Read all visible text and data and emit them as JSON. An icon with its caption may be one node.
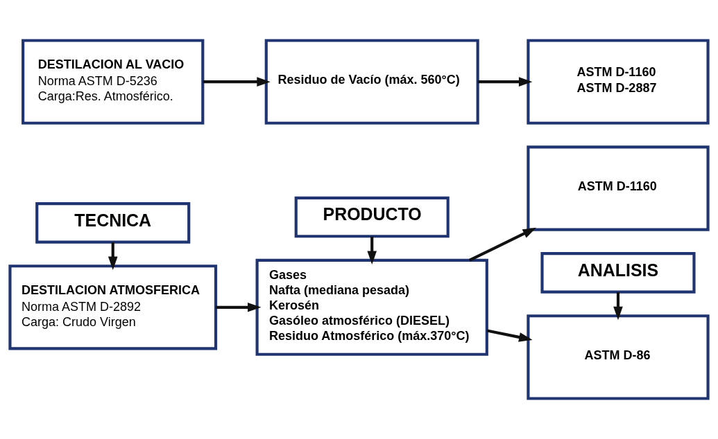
{
  "diagram": {
    "nodes": [
      {
        "text": [
          "TECNICA"
        ]
      },
      {
        "text": [
          "PRODUCTO"
        ]
      },
      {
        "text": [
          "ANALISIS"
        ]
      },
      {
        "text": [
          "DESTILACION ATMOSFERICA",
          "Norma ASTM D-2892",
          "Carga: Crudo Virgen"
        ]
      },
      {
        "text": [
          "Gases",
          "Nafta (mediana pesada)",
          "Kerosén",
          "Gasóleo atmosférico (DIESEL)",
          "Residuo Atmosférico (máx.370°C)"
        ]
      },
      {
        "text": [
          "ASTM D-86"
        ]
      },
      {
        "text": [
          "ASTM D-1160"
        ]
      },
      {
        "text": [
          "DESTILACION AL VACIO",
          "Norma ASTM D-5236",
          "Carga:Res. Atmosférico."
        ]
      },
      {
        "text": [
          "Residuo de Vacío (máx. 560°C)"
        ]
      },
      {
        "text": [
          "ASTM D-1160",
          "ASTM D-2887"
        ]
      }
    ],
    "edges": [
      {
        "from": 0,
        "to": 3,
        "arrow": "to"
      },
      {
        "from": 1,
        "to": 4,
        "arrow": "to"
      },
      {
        "from": 2,
        "to": 5,
        "arrow": "to"
      },
      {
        "from": 3,
        "to": 4,
        "arrow": "to"
      },
      {
        "from": 4,
        "to": 5,
        "arrow": "to"
      },
      {
        "from": 4,
        "to": 6,
        "arrow": "to"
      },
      {
        "from": 7,
        "to": 8,
        "arrow": "to"
      },
      {
        "from": 8,
        "to": 9,
        "arrow": "to"
      }
    ]
  }
}
